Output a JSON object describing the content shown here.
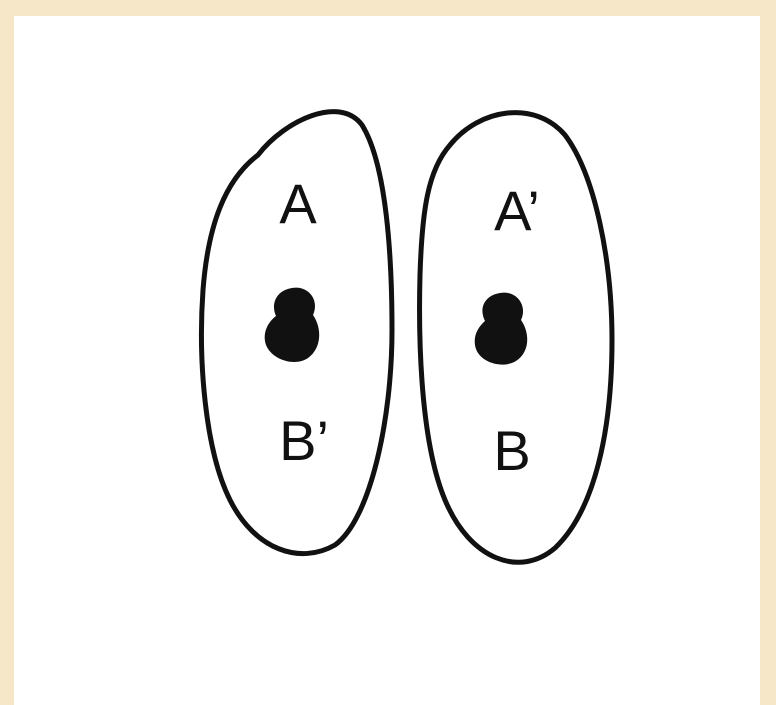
{
  "diagram": {
    "left_oval": {
      "top_label": "A",
      "bottom_label": "B’"
    },
    "right_oval": {
      "top_label": "A’",
      "bottom_label": "B"
    },
    "colors": {
      "background": "#f6e7c8",
      "paper": "#ffffff",
      "stroke": "#111111"
    }
  }
}
